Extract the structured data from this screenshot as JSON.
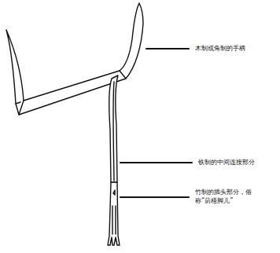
{
  "diagram": {
    "labels": [
      "木制或角制的手柄",
      "铁制的中间连接部分",
      "竹制的插头部分，俗称“葥梧脚儿”"
    ]
  }
}
